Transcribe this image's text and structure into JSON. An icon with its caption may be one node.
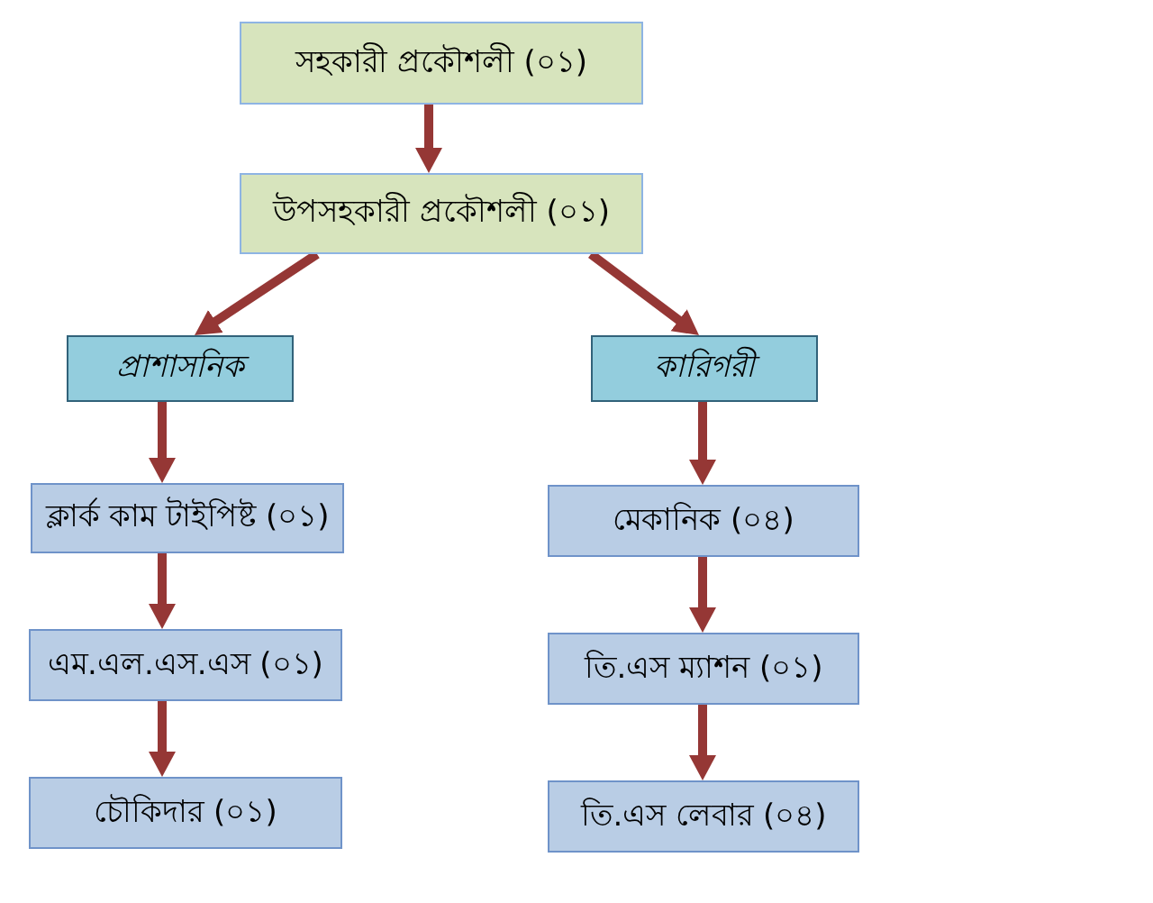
{
  "diagram": {
    "nodes": [
      {
        "text": [
          "সহকারী প্রকৌশলী (০১)"
        ]
      },
      {
        "text": [
          "উপসহকারী প্রকৌশলী (০১)"
        ]
      },
      {
        "text": [
          "প্রাশাসনিক"
        ]
      },
      {
        "text": [
          "কারিগরী"
        ]
      },
      {
        "text": [
          "ক্লার্ক কাম টাইপিষ্ট (০১)"
        ]
      },
      {
        "text": [
          "এম.এল.এস.এস (০১)"
        ]
      },
      {
        "text": [
          "চৌকিদার (০১)"
        ]
      },
      {
        "text": [
          "মেকানিক (০৪)"
        ]
      },
      {
        "text": [
          "তি.এস ম্যাশন (০১)"
        ]
      },
      {
        "text": [
          "তি.এস লেবার (০৪)"
        ]
      }
    ],
    "edges": [
      {
        "from": 0,
        "to": 1,
        "arrow": "to"
      },
      {
        "from": 1,
        "to": 2,
        "arrow": "to"
      },
      {
        "from": 1,
        "to": 3,
        "arrow": "to"
      },
      {
        "from": 2,
        "to": 4,
        "arrow": "to"
      },
      {
        "from": 4,
        "to": 5,
        "arrow": "to"
      },
      {
        "from": 5,
        "to": 6,
        "arrow": "to"
      },
      {
        "from": 3,
        "to": 7,
        "arrow": "to"
      },
      {
        "from": 7,
        "to": 8,
        "arrow": "to"
      },
      {
        "from": 8,
        "to": 9,
        "arrow": "to"
      }
    ]
  }
}
